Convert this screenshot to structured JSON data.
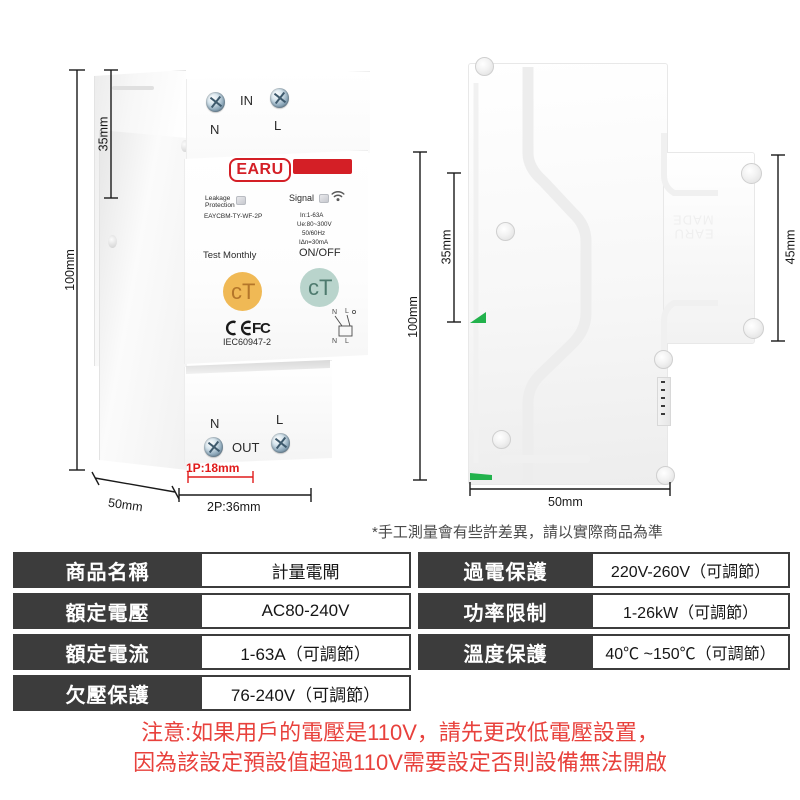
{
  "product_render": {
    "left_view": {
      "top_terminals": {
        "in_label": "IN",
        "n_label": "N",
        "l_label": "L"
      },
      "bottom_terminals": {
        "out_label": "OUT",
        "n_label": "N",
        "l_label": "L"
      },
      "brand_logo": "EARU",
      "leakage_protection_label": "Leakage\nProtection",
      "leakage_line1": "Leakage",
      "leakage_line2": "Protection",
      "model": "EAYCBM-TY-WF-2P",
      "test_monthly": "Test Monthly",
      "signal_label": "Signal",
      "on_off_label": "ON/OFF",
      "ratings": [
        "In:1-63A",
        "Ue:80~300V",
        "50/60Hz",
        "IΔn=30mA"
      ],
      "certifications": [
        "CE",
        "FC"
      ],
      "standard": "IEC60947-2",
      "wiring_top": {
        "n": "N",
        "l": "L"
      },
      "wiring_bottom": {
        "n": "N",
        "l": "L"
      },
      "test_button_glyph": "cT",
      "onoff_button_glyph": "cT",
      "colors": {
        "brand_red": "#d41f26",
        "test_button": "#f0b955",
        "onoff_button": "#b9d4cc"
      }
    },
    "dimensions": {
      "left_height_total": "100mm",
      "left_height_din": "35mm",
      "left_depth": "50mm",
      "width_1p": "1P:18mm",
      "width_2p": "2P:36mm",
      "right_height_total": "100mm",
      "right_height_din": "35mm",
      "right_height_body": "45mm",
      "right_width": "50mm"
    }
  },
  "measurement_note": "*手工測量會有些許差異，請以實際商品為準",
  "spec_table": {
    "left_rows": [
      {
        "key": "商品名稱",
        "value": "計量電閘"
      },
      {
        "key": "額定電壓",
        "value": "AC80-240V"
      },
      {
        "key": "額定電流",
        "value": "1-63A（可調節）"
      },
      {
        "key": "欠壓保護",
        "value": "76-240V（可調節）"
      }
    ],
    "right_rows": [
      {
        "key": "過電保護",
        "value": "220V-260V（可調節）"
      },
      {
        "key": "功率限制",
        "value": "1-26kW（可調節）"
      },
      {
        "key": "溫度保護",
        "value": "40℃ ~150℃（可調節）"
      }
    ]
  },
  "warning": {
    "line1": "注意:如果用戶的電壓是110V，請先更改低電壓設置，",
    "line2": "因為該設定預設值超過110V需要設定否則設備無法開啟",
    "color": "#e8413c"
  }
}
